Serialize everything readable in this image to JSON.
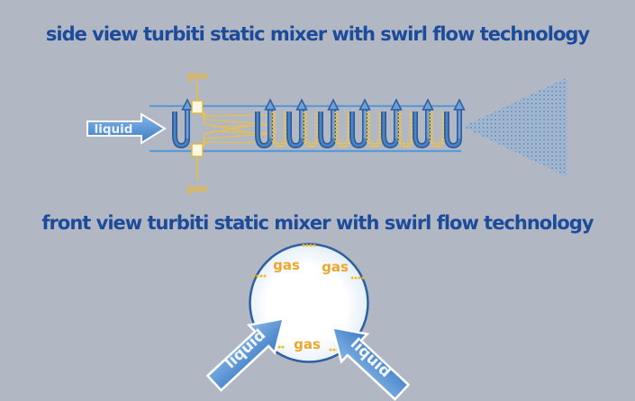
{
  "side_view": {
    "title": "side view turbiti static mixer with swirl flow technology",
    "liquid_label": "liquid",
    "gas_top_label": "gas",
    "gas_bottom_label": "gas"
  },
  "front_view": {
    "title": "front view turbiti static mixer with swirl flow technology",
    "gas_top_left_label": "gas",
    "gas_top_right_label": "gas",
    "gas_bottom_label": "gas",
    "liquid_left_label": "liquid",
    "liquid_right_label": "liquid"
  },
  "colors": {
    "background": "#b2b8c3",
    "title_blue": "#1d4b9b",
    "pipe_blue": "#5b9bd5",
    "mixer_dark_blue": "#2e5c9c",
    "mixer_light_blue": "#6f9fd8",
    "gas_gold": "#f0bc2e",
    "gas_text_orange": "#eda62a",
    "liquid_arrow_blue": "#4a8fd4",
    "spray_blue": "#6fa3dc",
    "circle_border_blue": "#2d5fa1"
  }
}
